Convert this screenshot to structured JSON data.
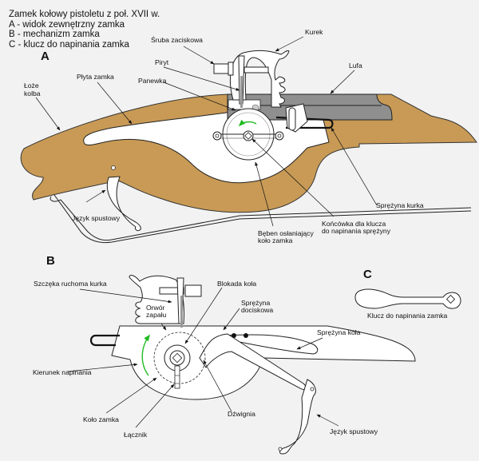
{
  "title": "Zamek kołowy pistoletu z poł. XVII w.",
  "legend": [
    "A - widok zewnętrzny zamka",
    "B - mechanizm zamka",
    "C - klucz do napinania zamka"
  ],
  "sections": {
    "a": "A",
    "b": "B",
    "c": "C"
  },
  "colors": {
    "background": "#f2f2f2",
    "wood": "#c89a55",
    "metal": "#8f8f8f",
    "part": "#ffffff",
    "outline": "#222222",
    "arrow_green": "#22bb22"
  },
  "view_a": {
    "labels": {
      "sruba": "Śruba zaciskowa",
      "kurek": "Kurek",
      "piryt": "Piryt",
      "panewka": "Panewka",
      "lufa": "Lufa",
      "plyta": "Płyta zamka",
      "loze_1": "Łoże",
      "loze_2": "kolba",
      "jezyk": "Język spustowy",
      "sprezyna_kurka": "Sprężyna kurka",
      "koncowka_1": "Końcówka dla klucza",
      "koncowka_2": "do napinania sprężyny",
      "beben_1": "Bęben osłaniający",
      "beben_2": "koło zamka"
    }
  },
  "view_b": {
    "labels": {
      "szczeka": "Szczęka ruchoma kurka",
      "blokada": "Blokada koła",
      "otwor_1": "Orwór",
      "otwor_2": "zapału",
      "sprezyna_doc_1": "Sprężyna",
      "sprezyna_doc_2": "dociskowa",
      "sprezyna_kola": "Sprężyna koła",
      "kierunek": "Kierunek napinania",
      "kolo": "Koło zamka",
      "dzwignia": "Dźwignia",
      "lacznik": "Łącznik",
      "jezyk": "Język spustowy"
    }
  },
  "view_c": {
    "labels": {
      "klucz": "Klucz do napinania zamka"
    }
  }
}
